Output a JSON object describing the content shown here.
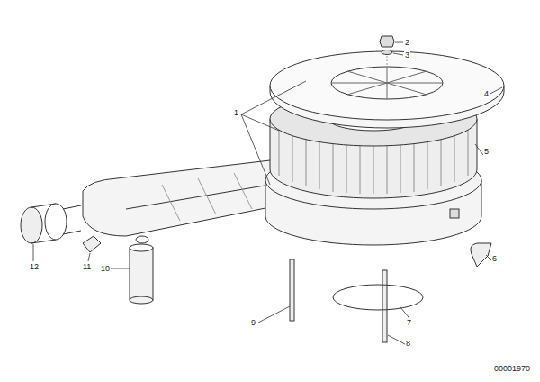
{
  "diagram": {
    "labels": [
      "2",
      "3",
      "4",
      "1",
      "5",
      "12",
      "11",
      "10",
      "6",
      "9",
      "7",
      "8",
      "00001970"
    ]
  }
}
